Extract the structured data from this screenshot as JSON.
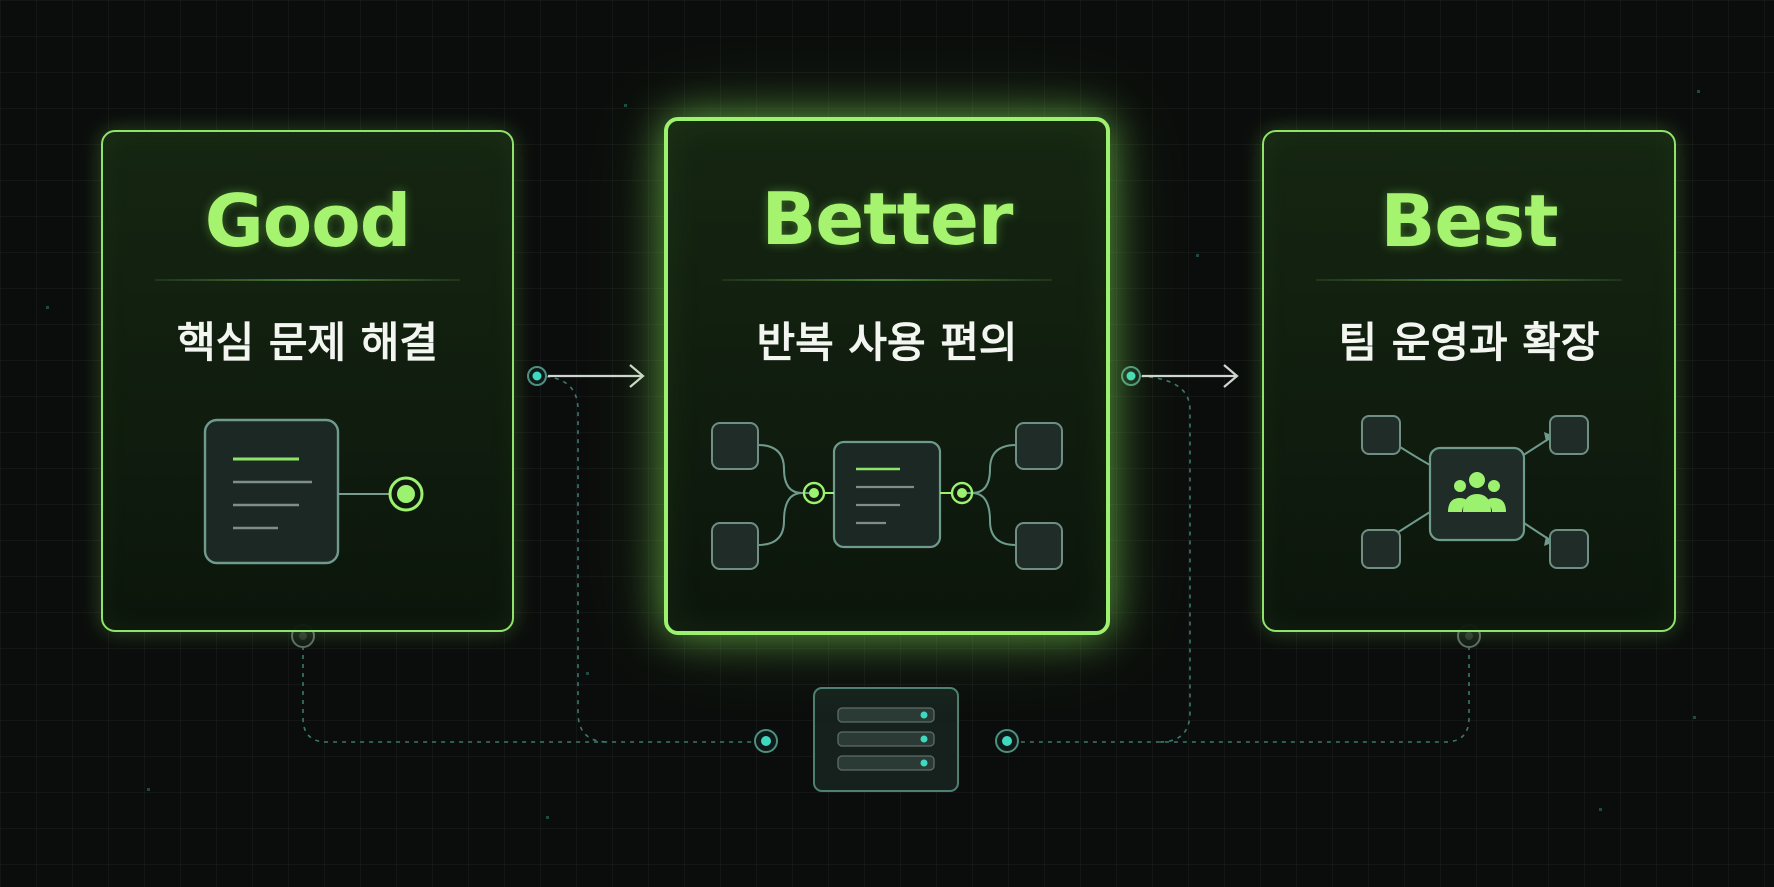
{
  "tiers": [
    {
      "title": "Good",
      "subtitle": "핵심 문제 해결",
      "icon": "document-node-icon",
      "featured": false
    },
    {
      "title": "Better",
      "subtitle": "반복 사용 편의",
      "icon": "document-network-icon",
      "featured": true
    },
    {
      "title": "Best",
      "subtitle": "팀 운영과 확장",
      "icon": "team-network-icon",
      "featured": false
    }
  ],
  "shared_component": {
    "icon": "server-stack-icon"
  },
  "colors": {
    "accent": "#9cf26f",
    "node_dot": "#3fd9c0",
    "background": "#0b0d0c",
    "subtitle": "#f2f5f0"
  }
}
